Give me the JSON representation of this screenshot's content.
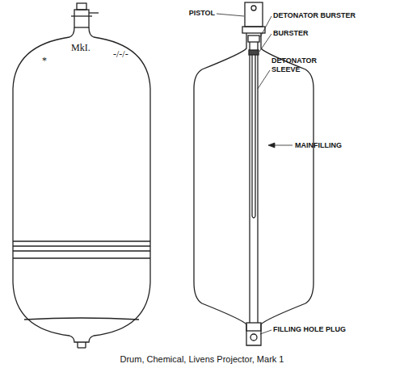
{
  "diagram": {
    "caption": "Drum, Chemical, Livens Projector, Mark 1",
    "labels": [
      "MkI.",
      "*",
      "-/-/-",
      "PISTOL",
      "DETONATOR BURSTER",
      "BURSTER",
      "DETONATOR SLEEVE",
      "MAINFILLING",
      "FILLING HOLE PLUG"
    ]
  }
}
